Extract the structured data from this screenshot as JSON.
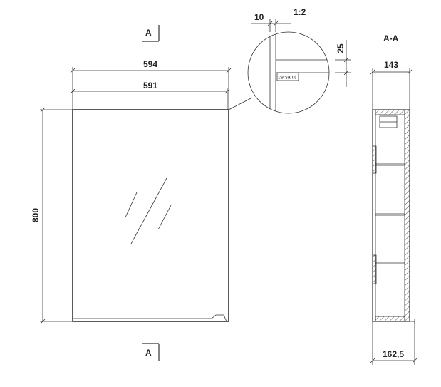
{
  "section_labels": {
    "top": "A",
    "bottom": "A",
    "section_view": "A-A"
  },
  "detail_scale": "1:2",
  "dimensions": {
    "overall_width": "594",
    "door_width": "591",
    "height": "800",
    "detail_gap": "10",
    "detail_offset": "25",
    "depth_top": "143",
    "depth_bottom": "162,5"
  },
  "brand_label": "cersanit",
  "colors": {
    "line": "#333333",
    "hatch": "#555555",
    "background": "#ffffff"
  }
}
